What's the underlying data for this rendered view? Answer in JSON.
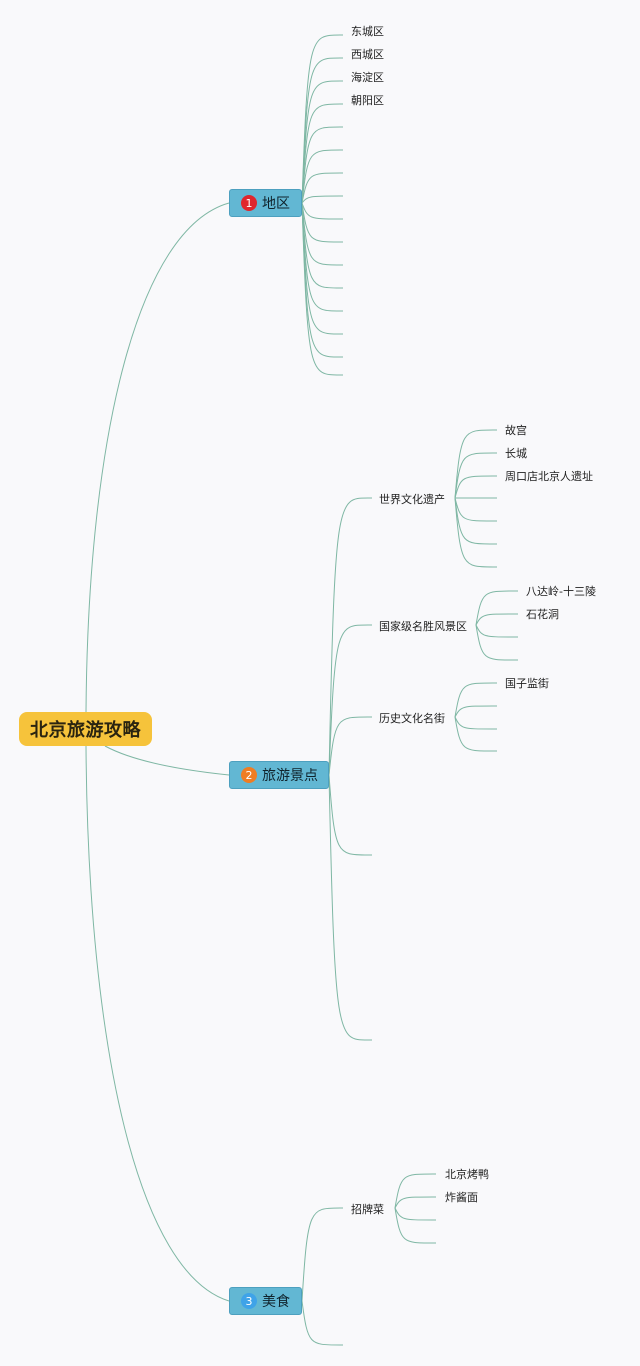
{
  "root": {
    "label": "北京旅游攻略"
  },
  "branches": [
    {
      "index": "1",
      "badge_color": "#e0262d",
      "label": "地区",
      "children": [
        {
          "label": "东城区"
        },
        {
          "label": "西城区"
        },
        {
          "label": "海淀区"
        },
        {
          "label": "朝阳区"
        }
      ],
      "unlabeled_children": 12
    },
    {
      "index": "2",
      "badge_color": "#ef7d23",
      "label": "旅游景点",
      "children": [
        {
          "label": "世界文化遗产",
          "children": [
            {
              "label": "故宫"
            },
            {
              "label": "长城"
            },
            {
              "label": "周口店北京人遗址"
            }
          ],
          "unlabeled_children": 4
        },
        {
          "label": "国家级名胜风景区",
          "children": [
            {
              "label": "八达岭-十三陵"
            },
            {
              "label": "石花洞"
            }
          ],
          "unlabeled_children": 2
        },
        {
          "label": "历史文化名街",
          "children": [
            {
              "label": "国子监街"
            }
          ],
          "unlabeled_children": 3
        }
      ],
      "unlabeled_children": 2
    },
    {
      "index": "3",
      "badge_color": "#3fa3e8",
      "label": "美食",
      "children": [
        {
          "label": "招牌菜",
          "children": [
            {
              "label": "北京烤鸭"
            },
            {
              "label": "炸酱面"
            }
          ],
          "unlabeled_children": 2
        }
      ],
      "unlabeled_children": 1
    }
  ],
  "colors": {
    "connector": "#7fb7a4",
    "root_fill": "#f6c33b",
    "branch_fill": "#62b7d3"
  }
}
